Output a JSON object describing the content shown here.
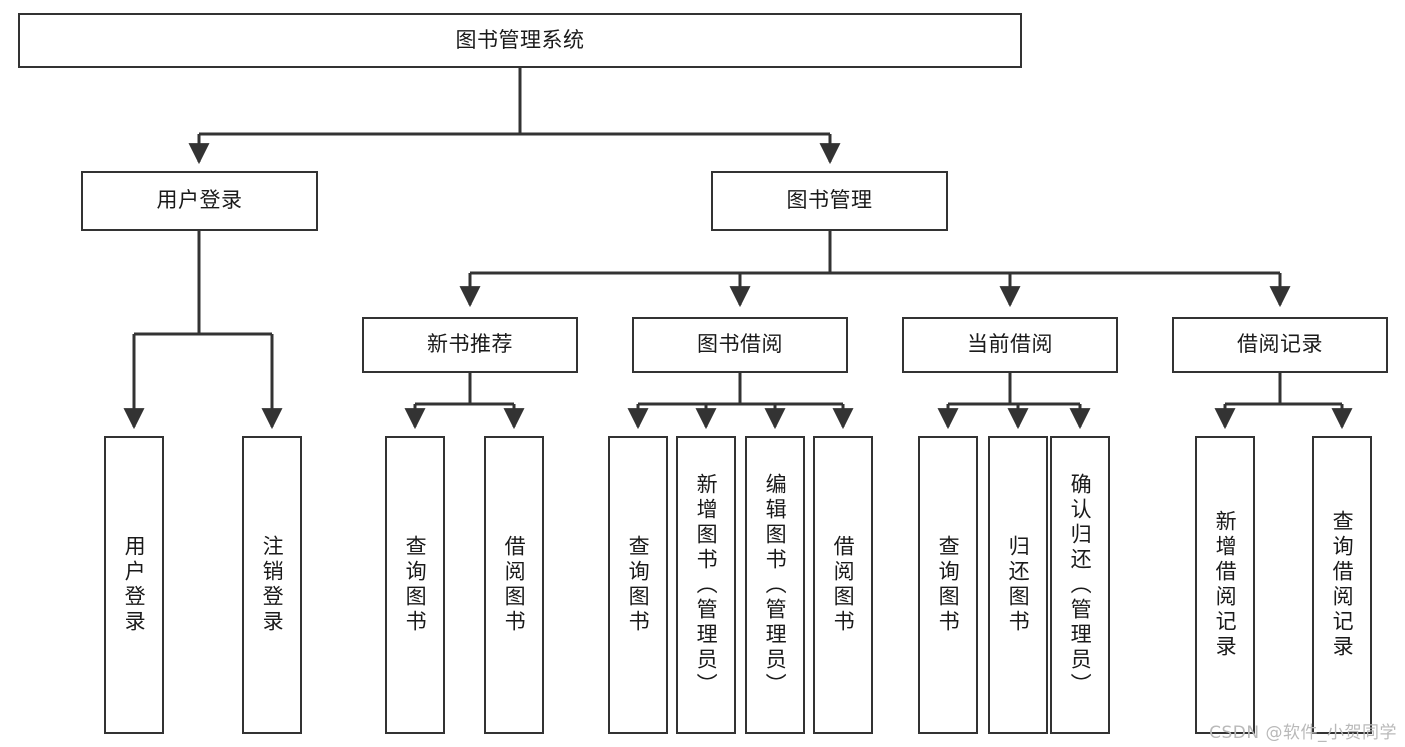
{
  "diagram": {
    "title": "图书管理系统",
    "type": "tree-hierarchy-diagram",
    "colors": {
      "stroke": "#333333",
      "fill": "#ffffff",
      "text": "#1a1a1a",
      "watermark": "#b9b9b9"
    }
  },
  "root": {
    "label": "图书管理系统"
  },
  "level2": [
    {
      "label": "用户登录"
    },
    {
      "label": "图书管理"
    }
  ],
  "level3": [
    {
      "label": "新书推荐"
    },
    {
      "label": "图书借阅"
    },
    {
      "label": "当前借阅"
    },
    {
      "label": "借阅记录"
    }
  ],
  "leaves": {
    "user_login": [
      {
        "label": "用户登录"
      },
      {
        "label": "注销登录"
      }
    ],
    "new_book_recommend": [
      {
        "label": "查询图书"
      },
      {
        "label": "借阅图书"
      }
    ],
    "book_borrow": [
      {
        "label": "查询图书"
      },
      {
        "label": "新增图书（管理员）"
      },
      {
        "label": "编辑图书（管理员）"
      },
      {
        "label": "借阅图书"
      }
    ],
    "current_borrow": [
      {
        "label": "查询图书"
      },
      {
        "label": "归还图书"
      },
      {
        "label": "确认归还（管理员）"
      }
    ],
    "borrow_record": [
      {
        "label": "新增借阅记录"
      },
      {
        "label": "查询借阅记录"
      }
    ]
  },
  "watermark": {
    "text": "CSDN @软件_小贺同学"
  }
}
